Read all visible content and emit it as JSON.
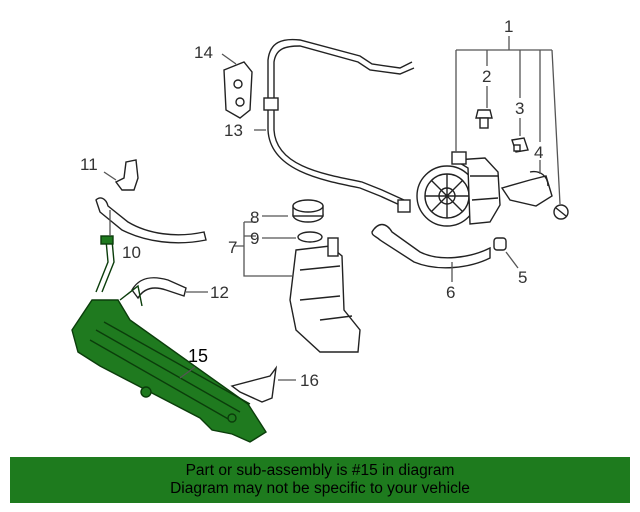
{
  "callouts": {
    "c1": "1",
    "c2": "2",
    "c3": "3",
    "c4": "4",
    "c5": "5",
    "c6": "6",
    "c7": "7",
    "c8": "8",
    "c9": "9",
    "c10": "10",
    "c11": "11",
    "c12": "12",
    "c13": "13",
    "c14": "14",
    "c15": "15",
    "c16": "16"
  },
  "highlighted_part": "15",
  "colors": {
    "highlight": "#1f7a1f",
    "banner": "#1e7b1e",
    "line": "#222222"
  },
  "banner": {
    "line1": "Part or sub-assembly is #15 in diagram",
    "line2": "Diagram may not be specific to your vehicle"
  }
}
